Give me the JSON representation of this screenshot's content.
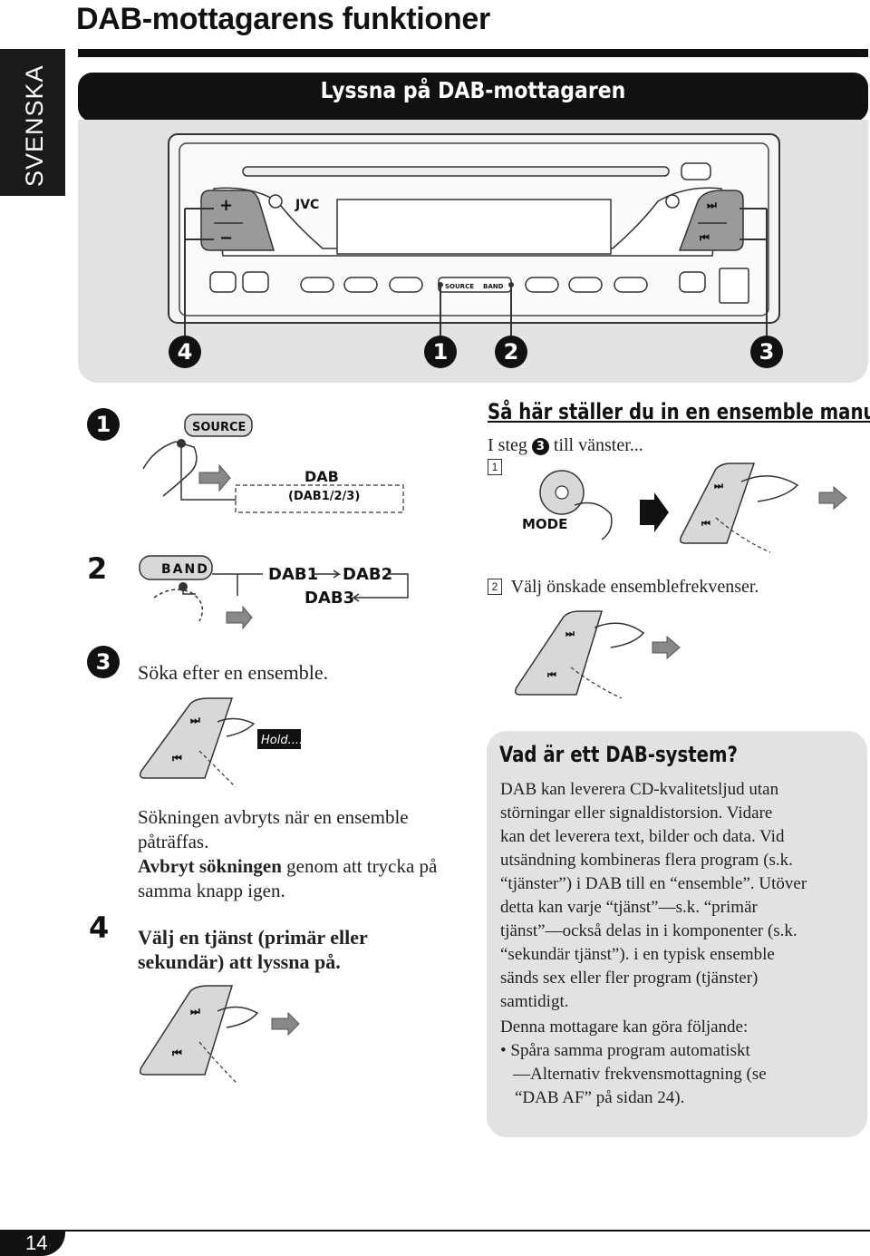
{
  "page": {
    "title": "DAB-mottagarens funktioner",
    "language_tab": "SVENSKA",
    "section_title": "Lyssna på DAB-mottagaren",
    "page_number": "14"
  },
  "device_illustration": {
    "brand": "JVC",
    "source_label": "SOURCE",
    "band_label": "BAND",
    "plus_label": "+",
    "minus_label": "−",
    "callouts": [
      "4",
      "1",
      "2",
      "3"
    ]
  },
  "steps": [
    {
      "num": "1",
      "figure": {
        "button": "SOURCE",
        "result_top": "DAB",
        "result_bottom": "(DAB1/2/3)"
      }
    },
    {
      "num": "2",
      "figure": {
        "button": "BAND",
        "cycle": [
          "DAB1",
          "DAB2",
          "DAB3"
        ]
      }
    },
    {
      "num": "3",
      "text": "Söka efter en ensemble.",
      "figure": {
        "hold_label": "Hold...."
      },
      "note_line1": "Sökningen avbryts när en ensemble",
      "note_line2": "påträffas.",
      "note_bold": "Avbryt sökningen",
      "note_rest": " genom att trycka på",
      "note_line4": "samma knapp igen."
    },
    {
      "num": "4",
      "text_line1": "Välj en tjänst (primär eller",
      "text_line2": "sekundär) att lyssna på."
    }
  ],
  "manual": {
    "heading": "Så här ställer du in en ensemble manuellt",
    "intro_pre": "I steg ",
    "intro_ref": "3",
    "intro_post": " till vänster...",
    "substep1": "1",
    "mode_label": "MODE",
    "substep2": "2",
    "substep2_text": "Välj önskade ensemblefrekvenser."
  },
  "info": {
    "title": "Vad är ett DAB-system?",
    "lines": [
      "DAB kan leverera CD-kvalitetsljud utan",
      "störningar eller signaldistorsion. Vidare",
      "kan det leverera text, bilder och data. Vid",
      "utsändning kombineras flera program (s.k.",
      "“tjänster”) i DAB till en “ensemble”. Utöver",
      "detta kan varje “tjänst”—s.k. “primär",
      "tjänst”—också delas in i komponenter (s.k.",
      "“sekundär tjänst”). i en typisk ensemble",
      "sänds sex eller fler program (tjänster)",
      "samtidigt.",
      "Denna mottagare kan göra följande:",
      "• Spåra samma program automatiskt",
      "—Alternativ frekvensmottagning (se",
      "“DAB AF” på sidan 24)."
    ]
  }
}
